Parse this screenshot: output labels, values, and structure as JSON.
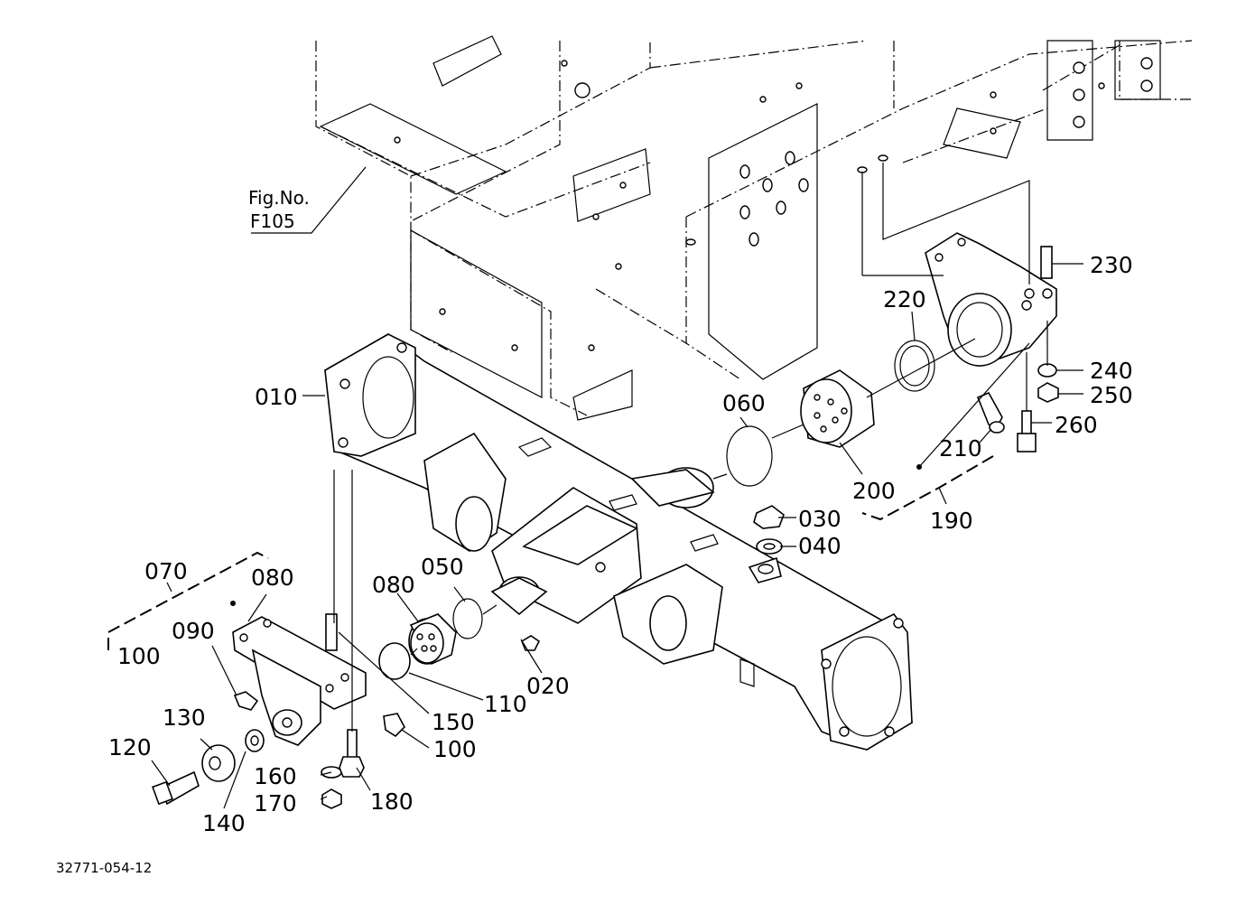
{
  "figure_ref": {
    "line1": "Fig.No.",
    "line2": "F105"
  },
  "drawing_number": "32771-054-12",
  "callouts": {
    "c010": "010",
    "c020": "020",
    "c030": "030",
    "c040": "040",
    "c050": "050",
    "c060": "060",
    "c070": "070",
    "c080a": "080",
    "c080b": "080",
    "c090": "090",
    "c100a": "100",
    "c100b": "100",
    "c110": "110",
    "c120": "120",
    "c130": "130",
    "c140": "140",
    "c150": "150",
    "c160": "160",
    "c170": "170",
    "c180": "180",
    "c190": "190",
    "c200": "200",
    "c210": "210",
    "c220": "220",
    "c230": "230",
    "c240": "240",
    "c250": "250",
    "c260": "260"
  }
}
